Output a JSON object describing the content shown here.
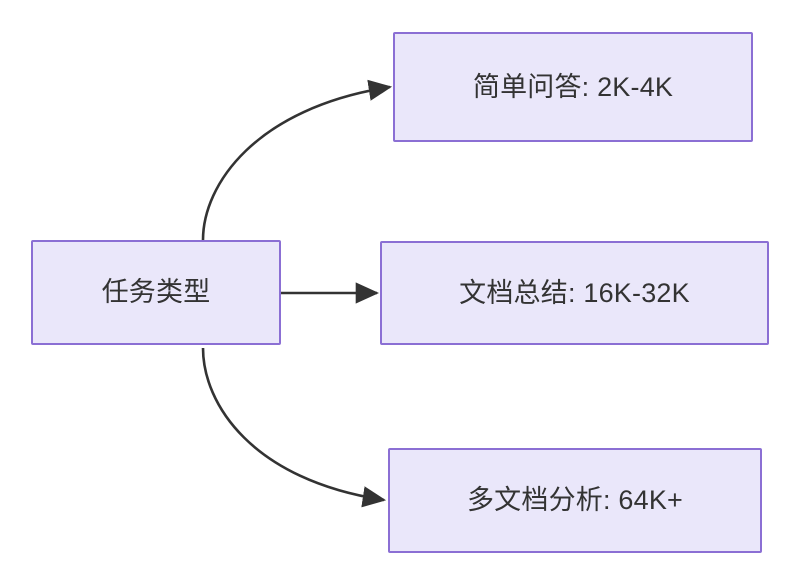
{
  "diagram": {
    "type": "flowchart",
    "direction": "left-to-right",
    "background_color": "#ffffff",
    "node_fill_color": "#eae7fa",
    "node_border_color": "#8b6fd4",
    "text_color": "#333333",
    "edge_color": "#333333",
    "nodes": [
      {
        "id": "task",
        "label": "任务类型",
        "role": "root"
      },
      {
        "id": "qa",
        "label": "简单问答: 2K-4K",
        "role": "leaf"
      },
      {
        "id": "summary",
        "label": "文档总结: 16K-32K",
        "role": "leaf"
      },
      {
        "id": "multidoc",
        "label": "多文档分析: 64K+",
        "role": "leaf"
      }
    ],
    "edges": [
      {
        "id": "edge-task-qa",
        "from": "task",
        "to": "qa",
        "style": "curved",
        "arrowhead": "triangle"
      },
      {
        "id": "edge-task-summary",
        "from": "task",
        "to": "summary",
        "style": "straight",
        "arrowhead": "triangle"
      },
      {
        "id": "edge-task-multidoc",
        "from": "task",
        "to": "multidoc",
        "style": "curved",
        "arrowhead": "triangle"
      }
    ]
  }
}
